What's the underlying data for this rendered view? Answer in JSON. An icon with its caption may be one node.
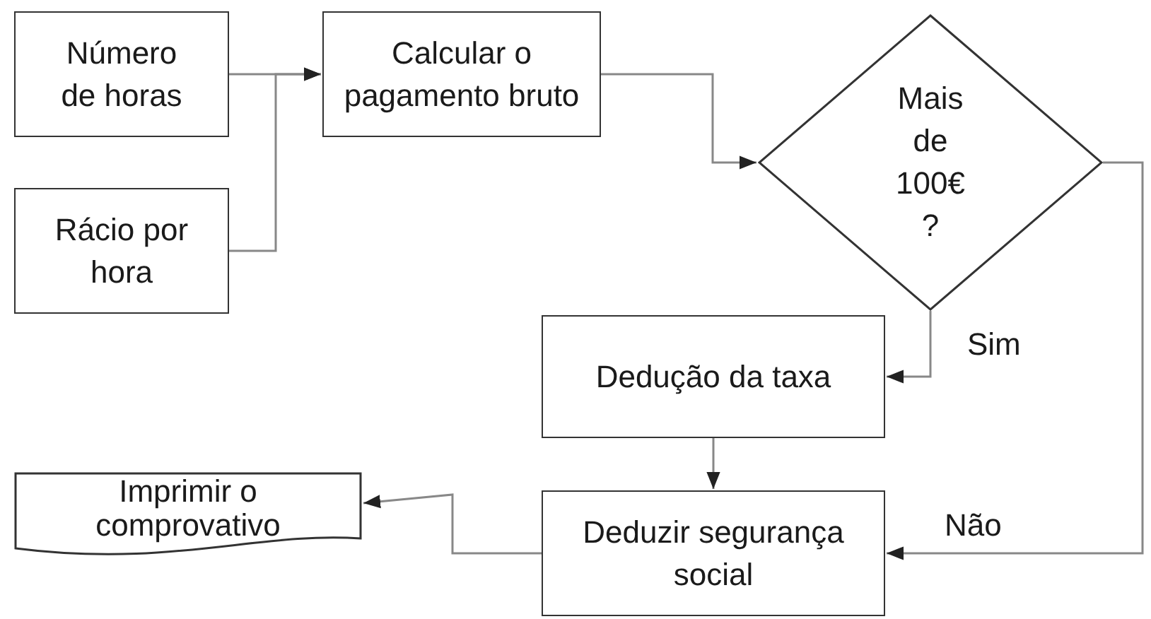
{
  "diagram": {
    "nodes": [
      {
        "text": [
          "Número de horas"
        ]
      },
      {
        "text": [
          "Rácio por hora"
        ]
      },
      {
        "text": [
          "Calcular o pagamento bruto"
        ]
      },
      {
        "text": [
          "Mais de 100€ ?"
        ]
      },
      {
        "text": [
          "Dedução da taxa"
        ]
      },
      {
        "text": [
          "Deduzir segurança social"
        ]
      },
      {
        "text": [
          "Imprimir o comprovativo"
        ]
      }
    ],
    "edges": [
      {
        "from": 0,
        "to": 2,
        "arrow": "to"
      },
      {
        "from": 1,
        "to": 2,
        "arrow": "to"
      },
      {
        "from": 2,
        "to": 3,
        "arrow": "to"
      },
      {
        "from": 3,
        "to": 4,
        "arrow": "to",
        "label": "Sim"
      },
      {
        "from": 3,
        "to": 5,
        "arrow": "to",
        "label": "Não"
      },
      {
        "from": 4,
        "to": 5,
        "arrow": "to"
      },
      {
        "from": 5,
        "to": 6,
        "arrow": "to"
      }
    ]
  }
}
